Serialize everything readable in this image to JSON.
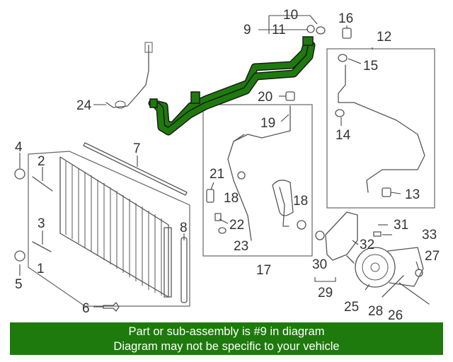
{
  "diagram": {
    "highlight_color": "#1e7a0c",
    "line_color": "#555555",
    "callouts": {
      "c1": "1",
      "c2": "2",
      "c3": "3",
      "c4": "4",
      "c5": "5",
      "c6": "6",
      "c7": "7",
      "c8": "8",
      "c9": "9",
      "c10": "10",
      "c11": "11",
      "c12": "12",
      "c13": "13",
      "c14": "14",
      "c15": "15",
      "c16": "16",
      "c17": "17",
      "c18a": "18",
      "c18b": "18",
      "c19": "19",
      "c20": "20",
      "c21": "21",
      "c22": "22",
      "c23": "23",
      "c24": "24",
      "c25": "25",
      "c26": "26",
      "c27": "27",
      "c28": "28",
      "c29": "29",
      "c30": "30",
      "c31": "31",
      "c32": "32",
      "c33": "33"
    }
  },
  "banner": {
    "line1": "Part or sub-assembly is #9 in diagram",
    "line2": "Diagram may not be specific to your vehicle"
  }
}
